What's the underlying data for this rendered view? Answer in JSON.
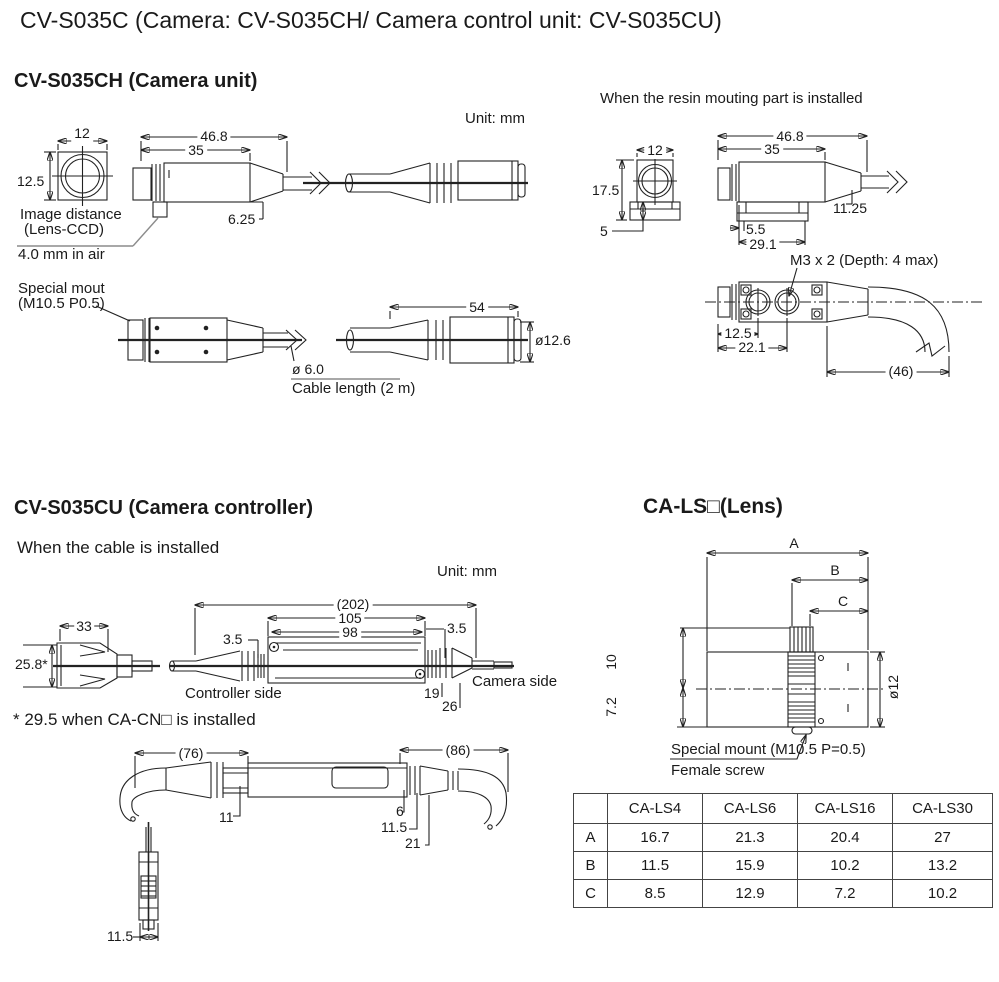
{
  "page": {
    "title": "CV-S035C (Camera: CV-S035CH/ Camera control unit: CV-S035CU)"
  },
  "camera_unit": {
    "heading": "CV-S035CH (Camera unit)",
    "unit_label": "Unit: mm",
    "front": {
      "w": "12",
      "h": "12.5"
    },
    "side": {
      "total": "46.8",
      "body": "35",
      "rear_offset": "6.25"
    },
    "image_distance_line1": "Image distance",
    "image_distance_line2": "(Lens-CCD)",
    "image_distance_value": "4.0 mm in air",
    "mount_line1": "Special mout",
    "mount_line2": "(M10.5 P0.5)",
    "cable_dia": "ø 6.0",
    "cable_length": "Cable length (2 m)",
    "connector_len": "54",
    "connector_dia": "ø12.6"
  },
  "resin_unit": {
    "heading": "When the resin mouting part is installed",
    "front": {
      "w": "12",
      "h": "17.5",
      "base": "5"
    },
    "side": {
      "total": "46.8",
      "body": "35",
      "drop": "11.25",
      "front_offset": "5.5",
      "mount_len": "29.1"
    },
    "bottom": {
      "screw_note": "M3 x 2  (Depth: 4 max)",
      "pitch1": "12.5",
      "pitch2": "22.1",
      "cable_len": "(46)"
    }
  },
  "controller": {
    "heading": "CV-S035CU (Camera controller)",
    "subheading": "When the cable is installed",
    "unit_label": "Unit: mm",
    "plug": {
      "len": "33",
      "dia": "25.8*"
    },
    "dims": {
      "total": "(202)",
      "outer": "105",
      "inner": "98",
      "left_offset": "3.5",
      "right_offset": "3.5",
      "d19": "19",
      "d26": "26"
    },
    "controller_side": "Controller side",
    "camera_side": "Camera side",
    "footnote": "* 29.5 when CA-CN□ is installed",
    "cable": {
      "left_len": "(76)",
      "right_len": "(86)",
      "d11": "11",
      "d6": "6",
      "d11_5": "11.5",
      "d21": "21",
      "plug_dia": "11.5"
    }
  },
  "lens": {
    "heading": "CA-LS□(Lens)",
    "dim_a": "A",
    "dim_b": "B",
    "dim_c": "C",
    "h_upper": "10",
    "h_lower": "7.2",
    "dia": "ø12",
    "mount_note": "Special mount (M10.5 P=0.5)",
    "screw_note": "Female screw",
    "table": {
      "columns": [
        "",
        "CA-LS4",
        "CA-LS6",
        "CA-LS16",
        "CA-LS30"
      ],
      "rows": [
        {
          "label": "A",
          "values": [
            "16.7",
            "21.3",
            "20.4",
            "27"
          ]
        },
        {
          "label": "B",
          "values": [
            "11.5",
            "15.9",
            "10.2",
            "13.2"
          ]
        },
        {
          "label": "C",
          "values": [
            "8.5",
            "12.9",
            "7.2",
            "10.2"
          ]
        }
      ]
    }
  }
}
